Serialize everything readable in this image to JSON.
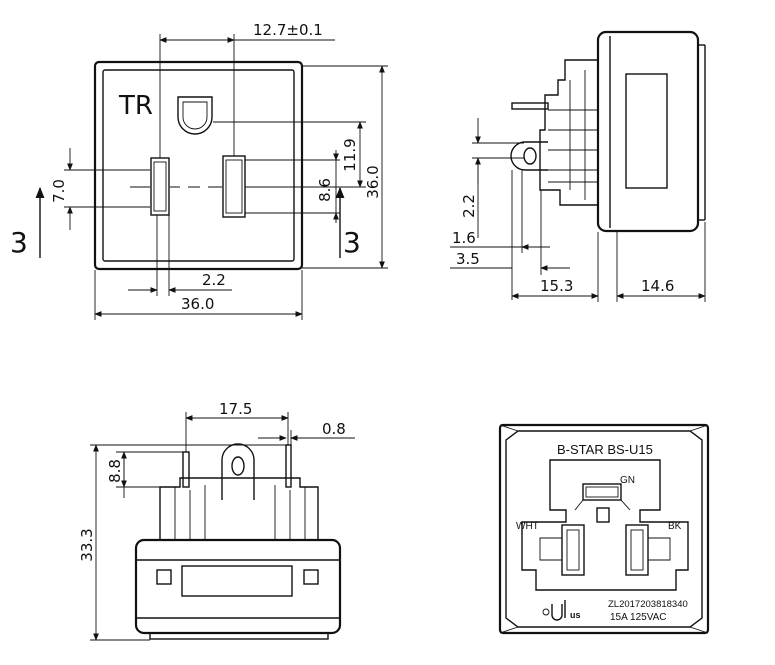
{
  "front_view": {
    "tr_mark": "TR",
    "dim_width_top": "12.7±0.1",
    "dim_height_right_1": "11.9",
    "dim_height_right_2": "36.0",
    "dim_slot_right": "8.6",
    "dim_slot_left": "7.0",
    "dim_gap_bottom": "2.2",
    "dim_width_bottom": "36.0",
    "section_mark_left": "3",
    "section_mark_right": "3"
  },
  "side_view": {
    "dim_tab_height": "2.2",
    "dim_a": "1.6",
    "dim_b": "3.5",
    "dim_depth": "15.3",
    "dim_flange": "14.6"
  },
  "bottom_view": {
    "dim_pin_span": "17.5",
    "dim_pin_thk": "0.8",
    "dim_pin_len": "8.8",
    "dim_total_height": "33.3"
  },
  "rear_view": {
    "brand": "B-STAR  BS-U15",
    "gn": "GN",
    "wht": "WHT",
    "bk": "BK",
    "ul": "us",
    "serial": "ZL2017203818340",
    "rating": "15A   125VAC"
  }
}
